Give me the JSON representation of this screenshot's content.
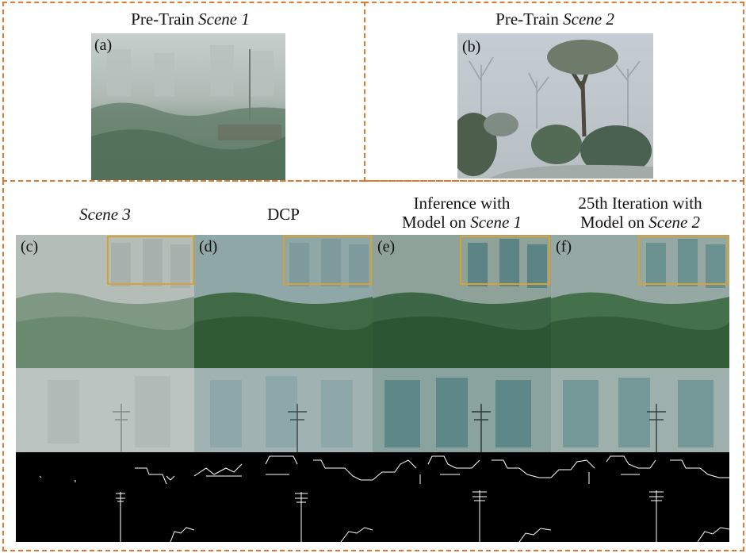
{
  "top": {
    "scene1": {
      "title_prefix": "Pre-Train",
      "title_italic": "Scene 1",
      "tag": "(a)"
    },
    "scene2": {
      "title_prefix": "Pre-Train",
      "title_italic": "Scene 2",
      "tag": "(b)"
    }
  },
  "columns": [
    {
      "tag": "(c)",
      "line1_italic": "Scene 3",
      "line1": "",
      "line2_prefix": "",
      "line2_italic": ""
    },
    {
      "tag": "(d)",
      "line1_italic": "",
      "line1": "DCP",
      "line2_prefix": "",
      "line2_italic": ""
    },
    {
      "tag": "(e)",
      "line1_italic": "",
      "line1": "Inference with",
      "line2_prefix": "Model on",
      "line2_italic": "Scene 1"
    },
    {
      "tag": "(f)",
      "line1_italic": "",
      "line1": "25th Iteration with",
      "line2_prefix": "Model on",
      "line2_italic": "Scene 2"
    }
  ],
  "colors": {
    "dash_border": "#e0782e",
    "roi_box": "#d8a233"
  }
}
